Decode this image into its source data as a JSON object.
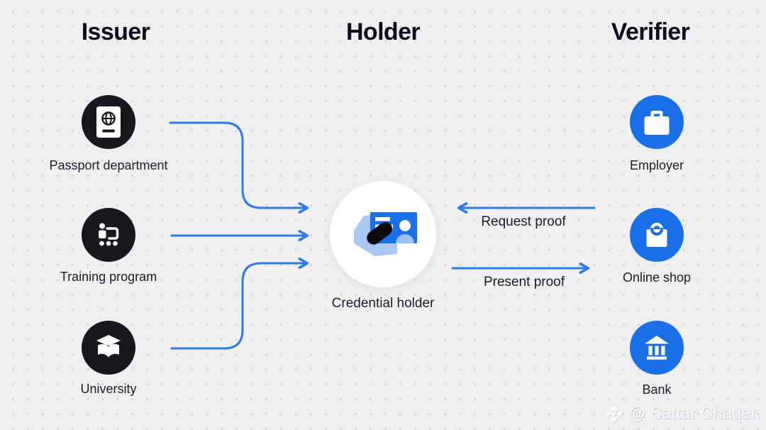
{
  "diagram": {
    "headers": {
      "issuer": "Issuer",
      "holder": "Holder",
      "verifier": "Verifier"
    },
    "issuers": [
      {
        "label": "Passport department",
        "icon": "passport-icon"
      },
      {
        "label": "Training program",
        "icon": "training-icon"
      },
      {
        "label": "University",
        "icon": "graduation-book-icon"
      }
    ],
    "holder": {
      "label": "Credential holder",
      "icon": "id-card-in-hand-icon"
    },
    "verifiers": [
      {
        "label": "Employer",
        "icon": "briefcase-icon"
      },
      {
        "label": "Online shop",
        "icon": "shopping-bag-icon"
      },
      {
        "label": "Bank",
        "icon": "bank-icon"
      }
    ],
    "flows": {
      "request": "Request proof",
      "present": "Present proof"
    },
    "watermark": "@ Sattar Chaqer."
  },
  "colors": {
    "background": "#efeff1",
    "issuer_node": "#18181c",
    "verifier_node": "#1a6ee8",
    "arrow": "#2b7ce9",
    "hand": "#a9c8f4",
    "card": "#1a6ee8",
    "title_text": "#101014",
    "label_text": "#202024"
  }
}
